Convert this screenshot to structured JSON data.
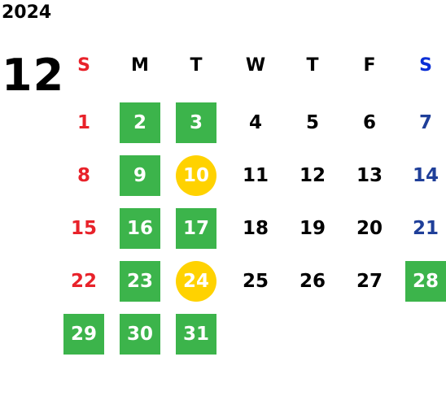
{
  "calendar": {
    "year": "2024",
    "month": "12",
    "weekdays": [
      {
        "label": "S",
        "color": "#e8222a"
      },
      {
        "label": "M",
        "color": "#000000"
      },
      {
        "label": "T",
        "color": "#000000"
      },
      {
        "label": "W",
        "color": "#000000"
      },
      {
        "label": "T",
        "color": "#000000"
      },
      {
        "label": "F",
        "color": "#000000"
      },
      {
        "label": "S",
        "color": "#0b2fd6"
      }
    ],
    "weeks": [
      [
        {
          "d": "1"
        },
        {
          "d": "2",
          "mark": "green"
        },
        {
          "d": "3",
          "mark": "green"
        },
        {
          "d": "4"
        },
        {
          "d": "5"
        },
        {
          "d": "6"
        },
        {
          "d": "7"
        }
      ],
      [
        {
          "d": "8"
        },
        {
          "d": "9",
          "mark": "green"
        },
        {
          "d": "10",
          "mark": "yellow"
        },
        {
          "d": "11"
        },
        {
          "d": "12"
        },
        {
          "d": "13"
        },
        {
          "d": "14"
        }
      ],
      [
        {
          "d": "15"
        },
        {
          "d": "16",
          "mark": "green"
        },
        {
          "d": "17",
          "mark": "green"
        },
        {
          "d": "18"
        },
        {
          "d": "19"
        },
        {
          "d": "20"
        },
        {
          "d": "21"
        }
      ],
      [
        {
          "d": "22"
        },
        {
          "d": "23",
          "mark": "green"
        },
        {
          "d": "24",
          "mark": "yellow"
        },
        {
          "d": "25"
        },
        {
          "d": "26"
        },
        {
          "d": "27"
        },
        {
          "d": "28",
          "mark": "green"
        }
      ],
      [
        {
          "d": "29",
          "mark": "green"
        },
        {
          "d": "30",
          "mark": "green"
        },
        {
          "d": "31",
          "mark": "green"
        }
      ]
    ],
    "colors": {
      "green": "#3cb44b",
      "yellow": "#ffd200",
      "sunday": "#e8222a",
      "saturday": "#1f3f99"
    }
  }
}
